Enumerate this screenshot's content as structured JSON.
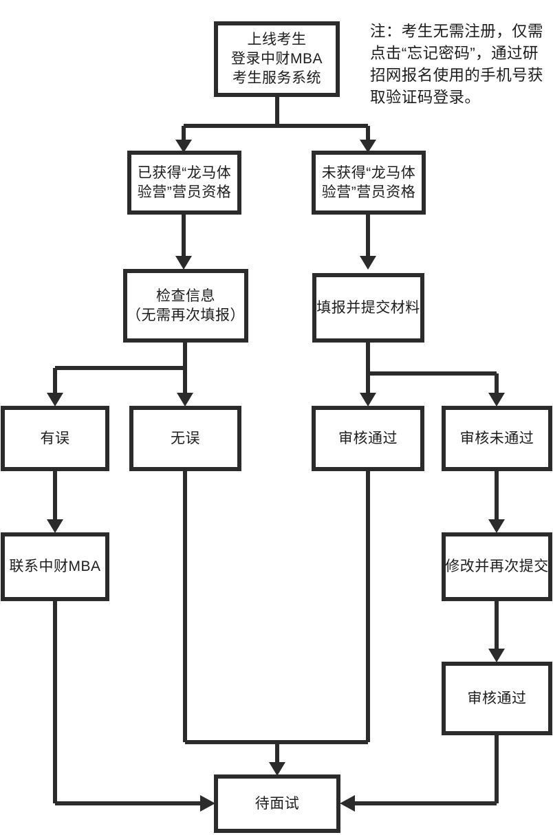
{
  "diagram": {
    "title_note": "注：考生无需注册，仅需点击“忘记密码”，通过研招网报名使用的手机号获取验证码登录。",
    "nodes": {
      "start": "上线考生\n登录中财MBA\n考生服务系统",
      "qualified": "已获得“龙马体\n验营”营员资格",
      "not_qualified": "未获得“龙马体\n验营”营员资格",
      "check_info": "检查信息\n（无需再次填报）",
      "submit_materials": "填报并提交材料",
      "has_error": "有误",
      "no_error": "无误",
      "review_passed": "审核通过",
      "review_failed": "审核未通过",
      "contact_mba": "联系中财MBA",
      "revise_resubmit": "修改并再次提交",
      "review_passed_2": "审核通过",
      "pending_interview": "待面试"
    },
    "colors": {
      "stroke": "#2b2b2b",
      "fill": "#ffffff",
      "text": "#1d1d1d"
    }
  }
}
